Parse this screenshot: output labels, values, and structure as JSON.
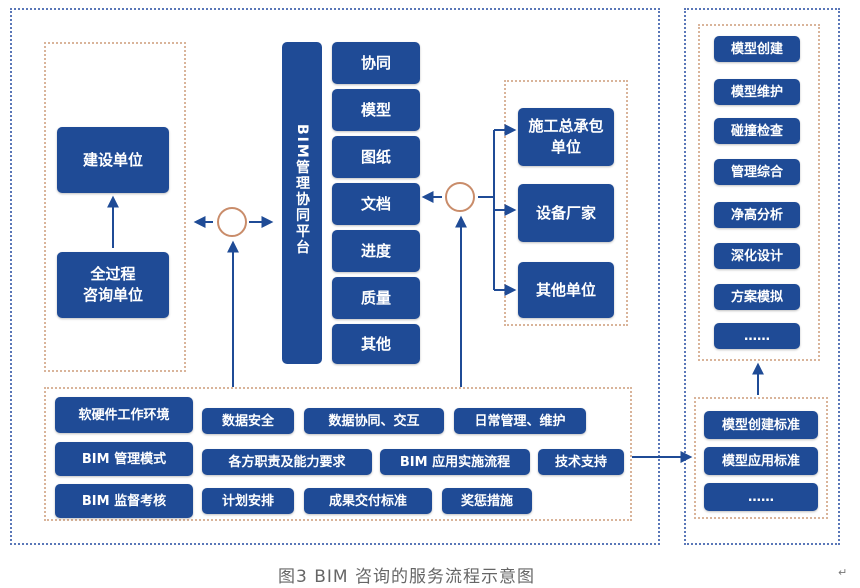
{
  "left_panel": {
    "construction_unit": "建设单位",
    "consulting_unit": "全过程\n咨询单位"
  },
  "platform": {
    "title": "BIM管理协同平台",
    "items": [
      "协同",
      "模型",
      "图纸",
      "文档",
      "进度",
      "质量",
      "其他"
    ]
  },
  "right_panel": {
    "items": [
      "施工总承包\n单位",
      "设备厂家",
      "其他单位"
    ]
  },
  "bottom_panel": {
    "rows": [
      {
        "label": "软硬件工作环境",
        "items": [
          "数据安全",
          "数据协同、交互",
          "日常管理、维护"
        ]
      },
      {
        "label": "BIM 管理模式",
        "items": [
          "各方职责及能力要求",
          "BIM 应用实施流程",
          "技术支持"
        ]
      },
      {
        "label": "BIM 监督考核",
        "items": [
          "计划安排",
          "成果交付标准",
          "奖惩措施"
        ]
      }
    ]
  },
  "far_right": {
    "services": [
      "模型创建",
      "模型维护",
      "碰撞检查",
      "管理综合",
      "净高分析",
      "深化设计",
      "方案模拟",
      "……"
    ],
    "standards": [
      "模型创建标准",
      "模型应用标准",
      "……"
    ]
  },
  "caption": "图3  BIM 咨询的服务流程示意图",
  "return_mark": "↵",
  "colors": {
    "box": "#1f4b96",
    "frame_blue": "#5a77b8",
    "frame_orange": "#d9b49a",
    "circle": "#c98c6a"
  }
}
